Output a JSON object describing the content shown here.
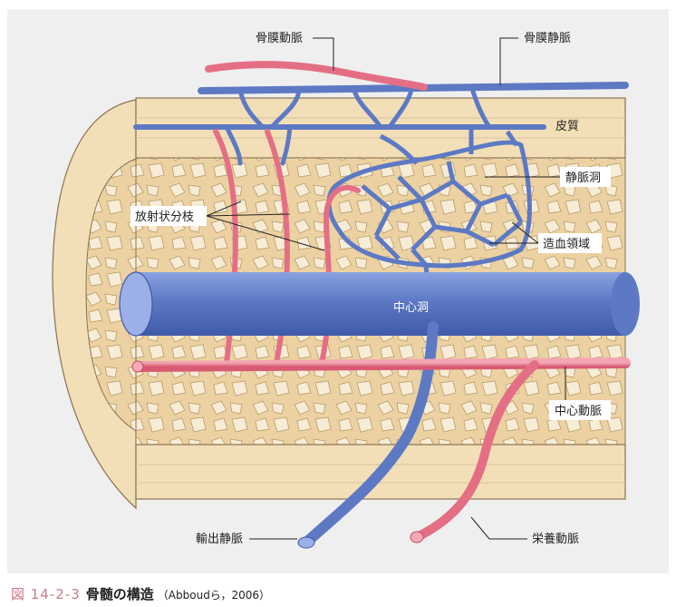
{
  "labels": {
    "periosteal_artery": "骨膜動脈",
    "periosteal_vein": "骨膜静脈",
    "cortex": "皮質",
    "sinusoid": "静脈洞",
    "radial_branch": "放射状分枝",
    "hematopoietic_area": "造血領域",
    "central_sinus": "中心洞",
    "central_artery": "中心動脈",
    "emissary_vein": "輸出静脈",
    "nutrient_artery": "栄養動脈"
  },
  "caption": {
    "figure_number": "図 14-2-3",
    "title": "骨髄の構造",
    "source": "（Abboudら，2006）"
  },
  "colors": {
    "panel": "#efefef",
    "cortex": "#f2dfb8",
    "marrow": "#ecd2a2",
    "artery": "#e46f85",
    "artery_light": "#f4aab6",
    "vein": "#5d79c4",
    "vein_light": "#9bb0e6",
    "caption_number": "#d07a8a"
  }
}
